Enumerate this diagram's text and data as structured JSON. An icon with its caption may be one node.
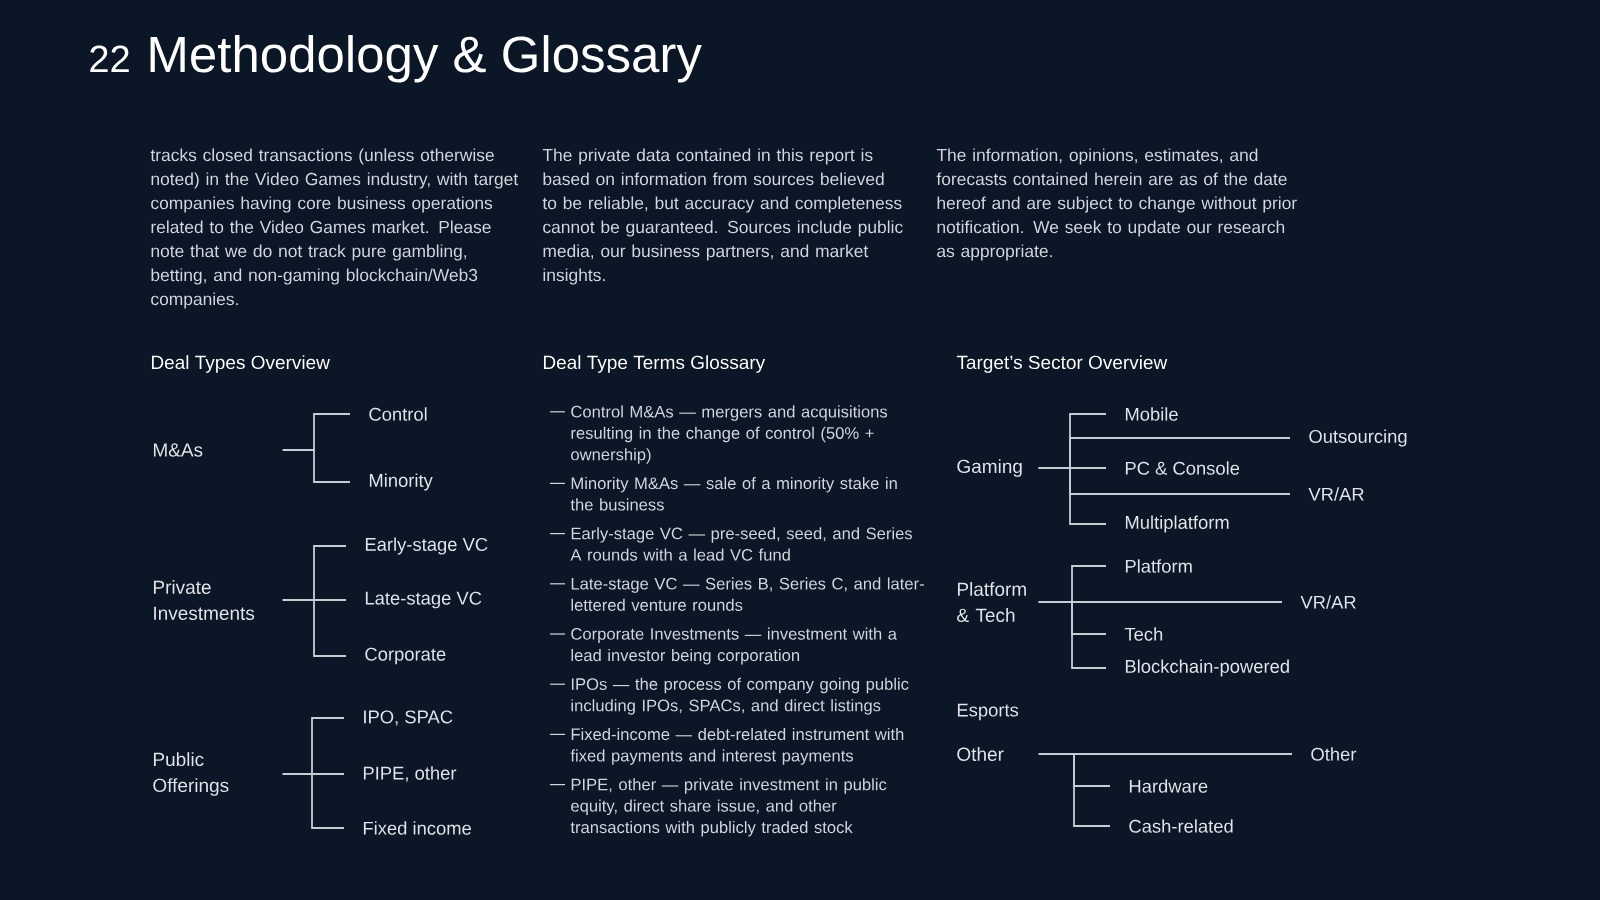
{
  "diagram": {
    "title": "Methodology & Glossary",
    "nodes": [
      {
        "text": [
          "M&As"
        ]
      },
      {
        "text": [
          "Control"
        ]
      },
      {
        "text": [
          "Minority"
        ]
      },
      {
        "text": [
          "Private Investments"
        ]
      },
      {
        "text": [
          "Early-stage VC"
        ]
      },
      {
        "text": [
          "Late-stage VC"
        ]
      },
      {
        "text": [
          "Corporate"
        ]
      },
      {
        "text": [
          "Public Offerings"
        ]
      },
      {
        "text": [
          "IPO, SPAC"
        ]
      },
      {
        "text": [
          "PIPE, other"
        ]
      },
      {
        "text": [
          "Fixed income"
        ]
      },
      {
        "text": [
          "Gaming"
        ]
      },
      {
        "text": [
          "Mobile"
        ]
      },
      {
        "text": [
          "Outsourcing"
        ]
      },
      {
        "text": [
          "PC & Console"
        ]
      },
      {
        "text": [
          "VR/AR"
        ]
      },
      {
        "text": [
          "Multiplatform"
        ]
      },
      {
        "text": [
          "Platform & Tech"
        ]
      },
      {
        "text": [
          "Platform"
        ]
      },
      {
        "text": [
          "VR/AR"
        ]
      },
      {
        "text": [
          "Tech"
        ]
      },
      {
        "text": [
          "Blockchain-powered"
        ]
      },
      {
        "text": [
          "Other"
        ]
      },
      {
        "text": [
          "Other"
        ]
      },
      {
        "text": [
          "Hardware"
        ]
      },
      {
        "text": [
          "Cash-related"
        ]
      }
    ],
    "edges": [
      {
        "from": 0,
        "to": 1,
        "arrow": "none"
      },
      {
        "from": 0,
        "to": 2,
        "arrow": "none"
      },
      {
        "from": 3,
        "to": 4,
        "arrow": "none"
      },
      {
        "from": 3,
        "to": 5,
        "arrow": "none"
      },
      {
        "from": 3,
        "to": 6,
        "arrow": "none"
      },
      {
        "from": 7,
        "to": 8,
        "arrow": "none"
      },
      {
        "from": 7,
        "to": 9,
        "arrow": "none"
      },
      {
        "from": 7,
        "to": 10,
        "arrow": "none"
      },
      {
        "from": 11,
        "to": 12,
        "arrow": "none"
      },
      {
        "from": 11,
        "to": 13,
        "arrow": "none"
      },
      {
        "from": 11,
        "to": 14,
        "arrow": "none"
      },
      {
        "from": 11,
        "to": 15,
        "arrow": "none"
      },
      {
        "from": 11,
        "to": 16,
        "arrow": "none"
      },
      {
        "from": 17,
        "to": 18,
        "arrow": "none"
      },
      {
        "from": 17,
        "to": 19,
        "arrow": "none"
      },
      {
        "from": 17,
        "to": 20,
        "arrow": "none"
      },
      {
        "from": 17,
        "to": 21,
        "arrow": "none"
      },
      {
        "from": 22,
        "to": 23,
        "arrow": "none"
      },
      {
        "from": 22,
        "to": 24,
        "arrow": "none"
      },
      {
        "from": 22,
        "to": 25,
        "arrow": "none"
      }
    ],
    "labels": [
      "22",
      "tracks closed transactions (unless otherwise noted) in the Video Games industry, with target companies having core business operations related to the Video Games market. Please note that we do not track pure gambling, betting, and non-gaming blockchain/Web3 companies.",
      "The private data contained in this report is based on information from sources believed to be reliable, but accuracy and completeness cannot be guaranteed. Sources include public media, our business partners, and market insights.",
      "The information, opinions, estimates, and forecasts contained herein are as of the date hereof and are subject to change without prior notification. We seek to update our research as appropriate.",
      "Deal Types Overview",
      "Deal Type Terms Glossary",
      "Control M&As — mergers and acquisitions resulting in the change of control (50% + ownership)",
      "Minority M&As — sale of a minority stake in the business",
      "Early-stage VC — pre-seed, seed, and Series A rounds with a lead VC fund",
      "Late-stage VC — Series B, Series C, and later-lettered venture rounds",
      "Corporate Investments — investment with a lead investor being corporation",
      "IPOs — the process of company going public including IPOs, SPACs, and direct listings",
      "Fixed-income — debt-related instrument with fixed payments and interest payments",
      "PIPE, other — private investment in public equity, direct share issue, and other transactions with publicly traded stock",
      "Target’s Sector Overview",
      "Esports"
    ]
  }
}
